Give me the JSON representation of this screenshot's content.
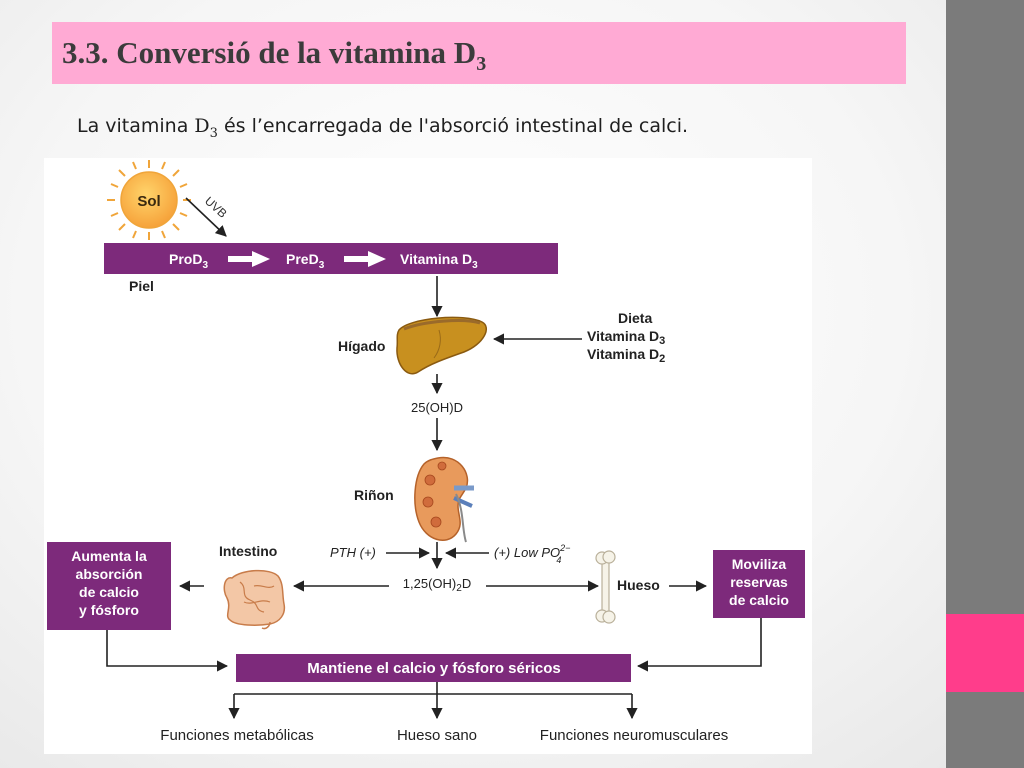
{
  "slide": {
    "title": "3.3. Conversió de la vitamina D",
    "title_sub": "3",
    "subtitle_pre": "La vitamina ",
    "subtitle_vd": "D",
    "subtitle_vd_sub": "3",
    "subtitle_post": " és l’encarregada de l'absorció intestinal de calci."
  },
  "diagram": {
    "sun_label": "Sol",
    "uvb_label": "UVB",
    "skin_band": {
      "prod": "ProD",
      "pred": "PreD",
      "vitd": "Vitamina D",
      "sub": "3"
    },
    "skin_label": "Piel",
    "liver_label": "Hígado",
    "diet": {
      "title": "Dieta",
      "d3": "Vitamina D",
      "d3_sub": "3",
      "d2": "Vitamina D",
      "d2_sub": "2"
    },
    "metabolite_25": "25(OH)D",
    "kidney_label": "Riñon",
    "intestine_label": "Intestino",
    "pth_label": "PTH (+)",
    "low_po_label": "(+) Low PO",
    "low_po_sup": "2−",
    "low_po_sub": "4",
    "calcitriol": {
      "pre": "1,25(OH)",
      "sub": "2",
      "post": "D"
    },
    "bone_label": "Hueso",
    "left_box": [
      "Aumenta la",
      "absorción",
      "de calcio",
      "y fósforo"
    ],
    "right_box": [
      "Moviliza",
      "reservas",
      "de calcio"
    ],
    "bottom_band": "Mantiene el calcio y fósforo séricos",
    "outcomes": [
      "Funciones metabólicas",
      "Hueso sano",
      "Funciones neuromusculares"
    ]
  },
  "colors": {
    "title_bg": "#ffaad4",
    "accent_pink": "#ff3d8b",
    "purple": "#7d2a7b",
    "side_gray": "#7b7b7b"
  }
}
